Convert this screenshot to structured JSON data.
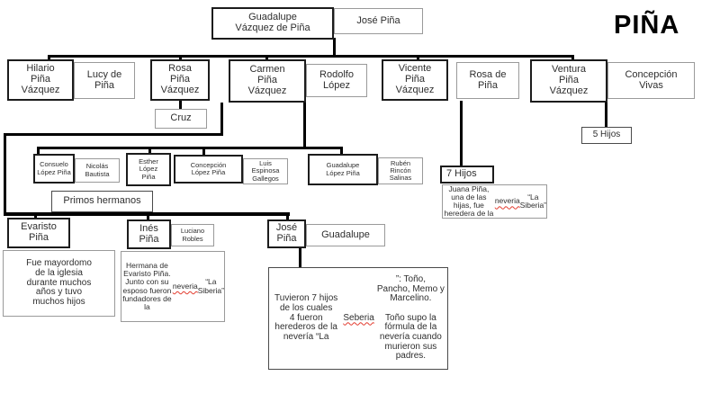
{
  "title": "PIÑA",
  "colors": {
    "border_dark": "#1c1c1c",
    "border_light": "#9a9a9a",
    "border_thin": "#4a4a4a",
    "text": "#2e2e2e",
    "connector": "#000000",
    "squiggle": "#e23b2e",
    "background": "#ffffff"
  },
  "misspellings": [
    "neveria",
    "Seberia"
  ],
  "nodes": {
    "guadalupe_sr": {
      "label": "Guadalupe\nVázquez de Piña"
    },
    "jose_sr": {
      "label": "José Piña"
    },
    "hilario": {
      "label": "Hilario\nPiña\nVázquez"
    },
    "lucy": {
      "label": "Lucy de\nPiña"
    },
    "rosa": {
      "label": "Rosa\nPiña\nVázquez"
    },
    "cruz": {
      "label": "Cruz"
    },
    "carmen": {
      "label": "Carmen\nPiña\nVázquez"
    },
    "rodolfo": {
      "label": "Rodolfo\nLópez"
    },
    "vicente": {
      "label": "Vicente\nPiña\nVázquez"
    },
    "rosa_de": {
      "label": "Rosa de\nPiña"
    },
    "ventura": {
      "label": "Ventura\nPiña\nVázquez"
    },
    "concepcion_vivas": {
      "label": "Concepción\nVivas"
    },
    "cinco_hijos": {
      "label": "5 Hijos"
    },
    "siete_hijos": {
      "label": "7 Hijos"
    },
    "juana_note": {
      "label": "Juana Piña, una de las\nhijas, fue heredera de la\nneveria “La Siberia”"
    },
    "consuelo": {
      "label": "Consuelo\nLópez Piña"
    },
    "nicolas": {
      "label": "Nicolás\nBautista"
    },
    "esther": {
      "label": "Esther\nLópez\nPiña"
    },
    "concepcion_lp": {
      "label": "Concepción\nLópez Piña"
    },
    "luis": {
      "label": "Luis\nEspinosa\nGallegos"
    },
    "guadalupe_lp": {
      "label": "Guadalupe\nLópez Piña"
    },
    "ruben": {
      "label": "Rubén\nRincón\nSalinas"
    },
    "primos": {
      "label": "Primos hermanos"
    },
    "evaristo": {
      "label": "Evaristo\nPiña"
    },
    "evaristo_note": {
      "label": "Fue mayordomo\nde la iglesia\ndurante muchos\naños y tuvo\nmuchos hijos"
    },
    "ines": {
      "label": "Inés\nPiña"
    },
    "luciano": {
      "label": "Luciano\nRobles"
    },
    "ines_note": {
      "label": "Hermana de\nEvaristo Piña.\nJunto con su\nesposo fueron\nfundadores de la\nneveria “La\nSiberia”"
    },
    "jose": {
      "label": "José\nPiña"
    },
    "guadalupe_sp": {
      "label": "Guadalupe"
    },
    "jose_note": {
      "label": "Tuvieron 7 hijos de los cuales\n4 fueron herederos de la\nnevería “La Seberia”: Toño,\nPancho, Memo y Marcelino.\n\nToño supo la fórmula de la\nnevería cuando murieron sus\npadres."
    }
  }
}
